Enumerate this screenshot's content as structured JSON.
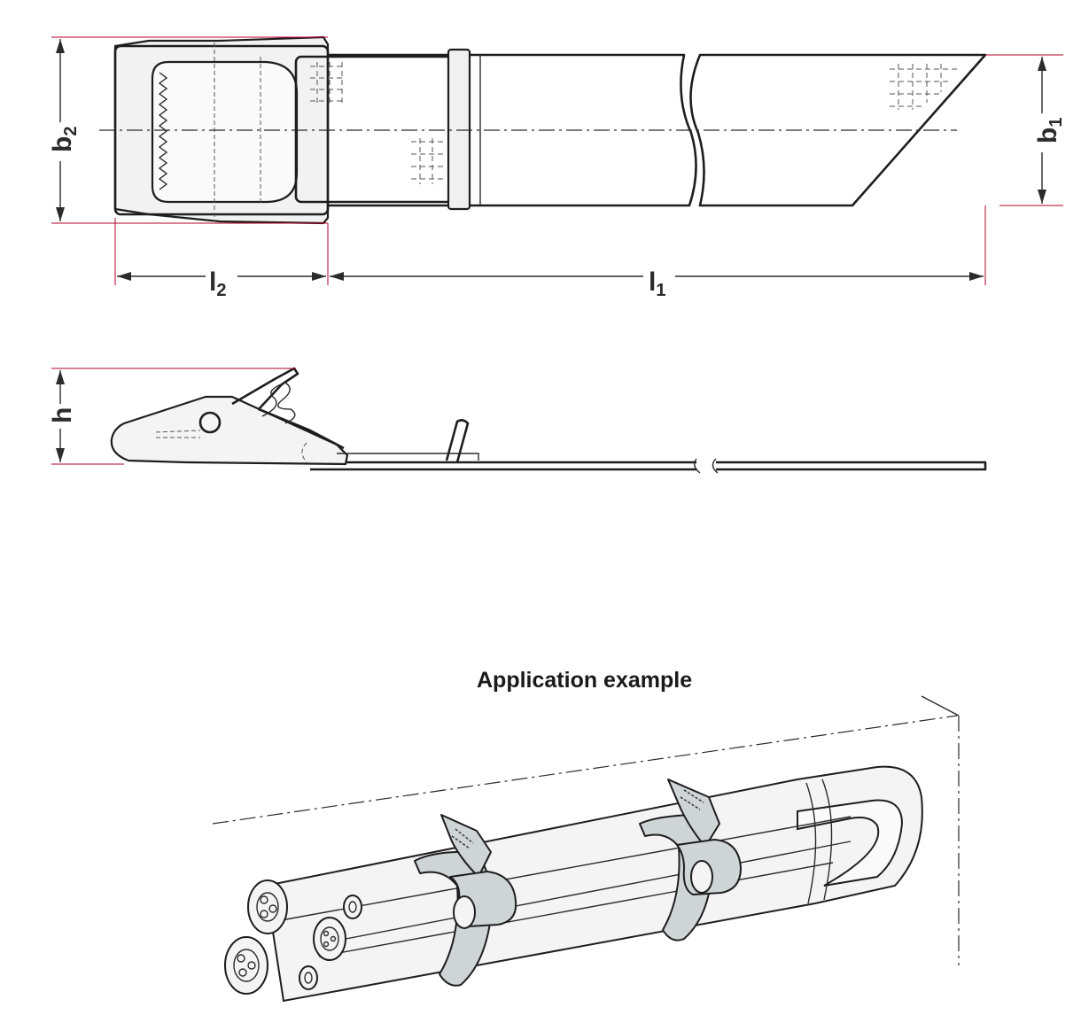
{
  "dimensions": {
    "b2": {
      "main": "b",
      "sub": "2"
    },
    "b1": {
      "main": "b",
      "sub": "1"
    },
    "l2": {
      "main": "l",
      "sub": "2"
    },
    "l1": {
      "main": "l",
      "sub": "1"
    },
    "h": {
      "main": "h",
      "sub": ""
    }
  },
  "caption": "Application example"
}
